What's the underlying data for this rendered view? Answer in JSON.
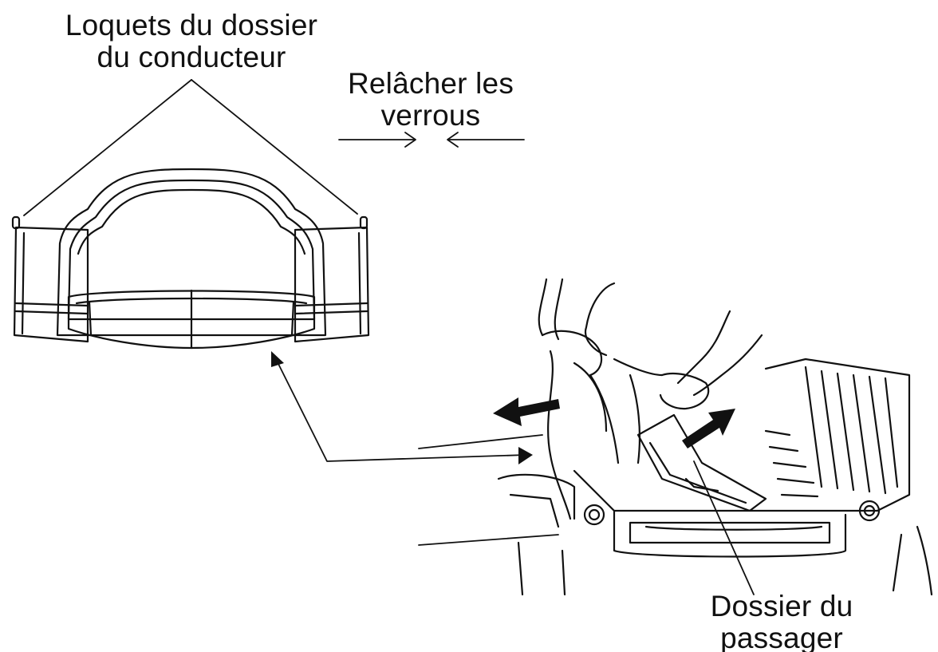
{
  "labels": {
    "driver_latches": {
      "line1": "Loquets du dossier",
      "line2": "du conducteur"
    },
    "release_locks": {
      "line1": "Relâcher les",
      "line2": "verrous"
    },
    "passenger_backrest": {
      "line1": "Dossier du",
      "line2": "passager"
    }
  },
  "colors": {
    "ink": "#111111",
    "background": "#ffffff"
  }
}
